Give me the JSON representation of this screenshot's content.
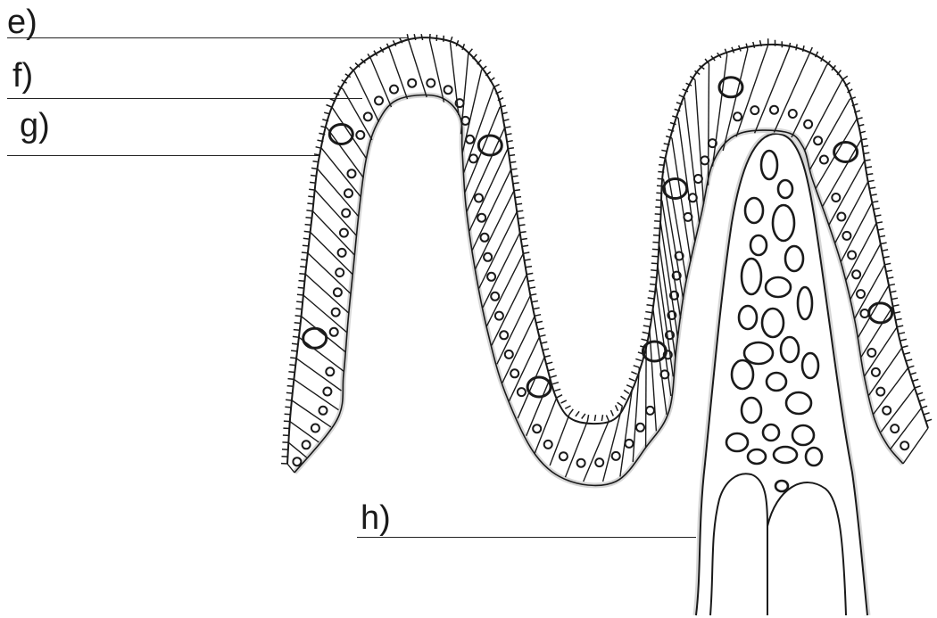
{
  "diagram": {
    "labels": {
      "e": "e)",
      "f": "f)",
      "g": "g)",
      "h": "h)"
    },
    "colors": {
      "line": "#1a1a1a",
      "background": "#ffffff",
      "wall_shadow": "#d6d6d6"
    }
  }
}
